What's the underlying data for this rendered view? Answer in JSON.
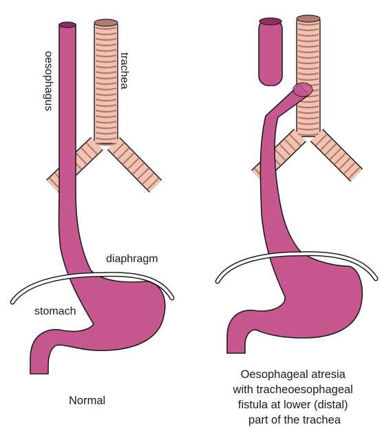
{
  "colors": {
    "oesophagus": "#c6578f",
    "oesophagus_dark": "#8e2f63",
    "trachea": "#f2c3b5",
    "trachea_ring": "#b07c6f",
    "outline": "#1d1d1d",
    "background": "#ffffff"
  },
  "normal": {
    "label_oesophagus": "oesophagus",
    "label_trachea": "trachea",
    "label_diaphragm": "diaphragm",
    "label_stomach": "stomach",
    "caption": "Normal"
  },
  "atresia": {
    "caption_lines": [
      "Oesophageal atresia",
      "with tracheoesophageal",
      "fistula  at lower (distal)",
      "part of the trachea"
    ]
  }
}
